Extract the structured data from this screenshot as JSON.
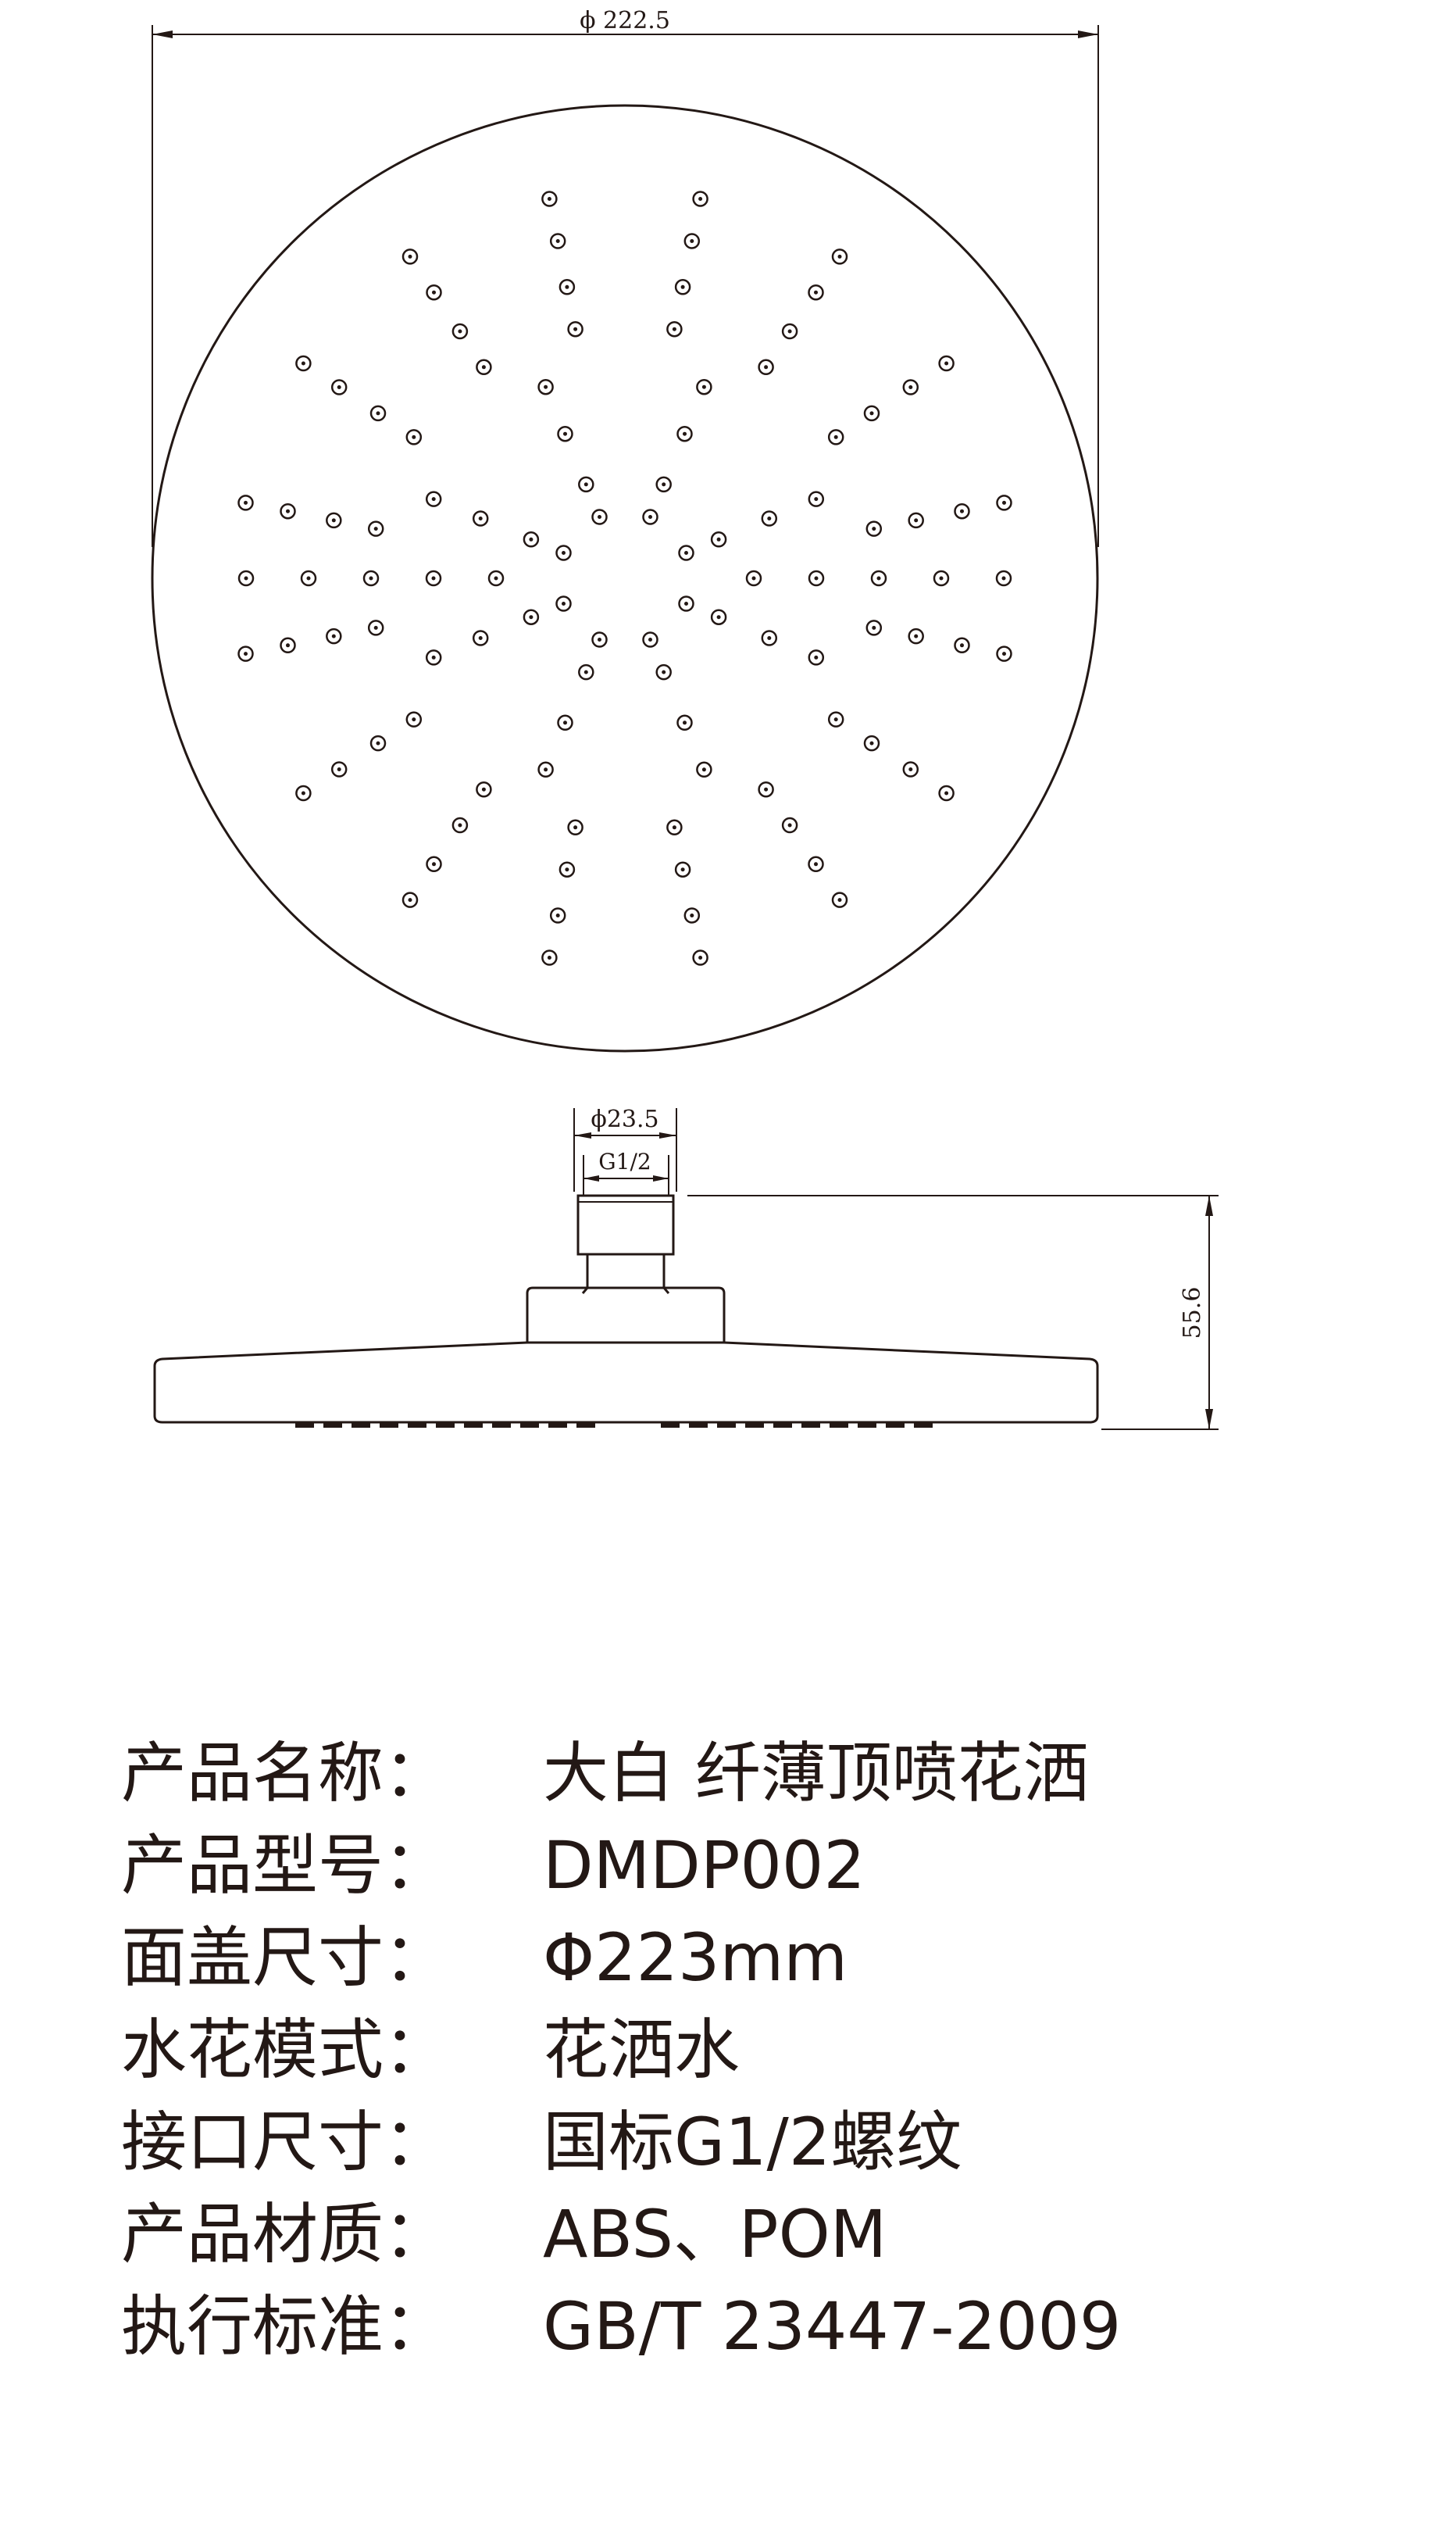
{
  "drawing": {
    "top_diameter_label": "ϕ 222.5",
    "inlet_diameter_label": "ϕ23.5",
    "thread_label": "G1/2",
    "height_label": "55.6",
    "line_color": "#231815"
  },
  "specs": [
    {
      "label": "产品名称",
      "colon": "：",
      "value": "大白 纤薄顶喷花洒"
    },
    {
      "label": "产品型号",
      "colon": "：",
      "value": "DMDP002"
    },
    {
      "label": "面盖尺寸",
      "colon": "：",
      "value": "Φ223mm"
    },
    {
      "label": "水花模式",
      "colon": "：",
      "value": "花洒水"
    },
    {
      "label": "接口尺寸",
      "colon": "：",
      "value": "国标G1/2螺纹"
    },
    {
      "label": "产品材质",
      "colon": "：",
      "value": "ABS、POM"
    },
    {
      "label": "执行标准",
      "colon": "：",
      "value": "GB/T  23447-2009"
    }
  ]
}
